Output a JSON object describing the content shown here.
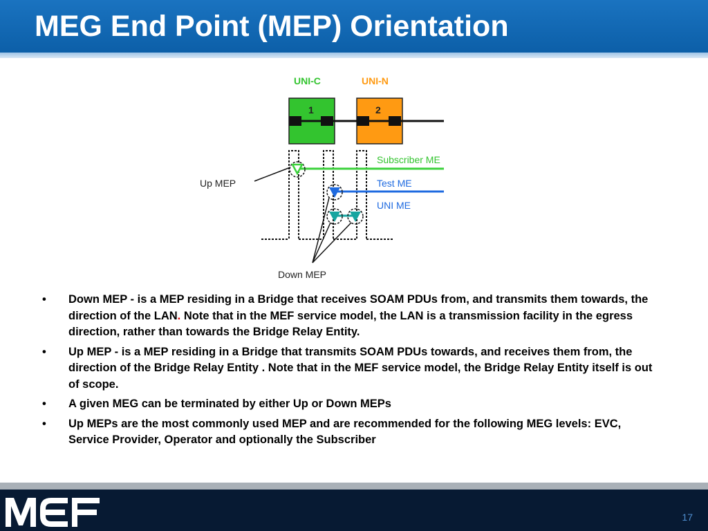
{
  "title": "MEG End Point (MEP) Orientation",
  "diagram": {
    "uni_c_label": "UNI-C",
    "uni_n_label": "UNI-N",
    "box1_number": "1",
    "box2_number": "2",
    "subscriber_me": "Subscriber ME",
    "test_me": "Test ME",
    "uni_me": "UNI ME",
    "up_mep": "Up MEP",
    "down_mep": "Down MEP",
    "colors": {
      "uni_c_box": "#33c42f",
      "uni_n_box": "#ff9a12",
      "subscriber_line": "#3bd13b",
      "test_line": "#1e6ae0",
      "uni_line": "#16a5a0"
    }
  },
  "bullets": [
    {
      "before": "Down MEP - is a MEP residing in a Bridge that receives SOAM PDUs from, and transmits them towards, the direction of the LAN",
      "red": ".",
      "after": " Note that in the MEF service model, the LAN is a transmission facility in the egress direction, rather than towards the Bridge Relay Entity."
    },
    {
      "before": "Up MEP - is a MEP residing in a Bridge that transmits SOAM PDUs towards, and receives them from, the direction of the Bridge Relay Entity . Note that in the MEF service model, the Bridge Relay Entity itself is out of scope.",
      "red": "",
      "after": ""
    },
    {
      "before": "A given MEG can be terminated by either Up or Down MEPs",
      "red": "",
      "after": ""
    },
    {
      "before": "Up MEPs are the most commonly used MEP and are recommended for the following MEG levels: EVC, Service Provider, Operator and optionally the Subscriber",
      "red": "",
      "after": ""
    }
  ],
  "bullet_symbol": "•",
  "footer": {
    "logo_text": "MEF",
    "page_number": "17"
  }
}
